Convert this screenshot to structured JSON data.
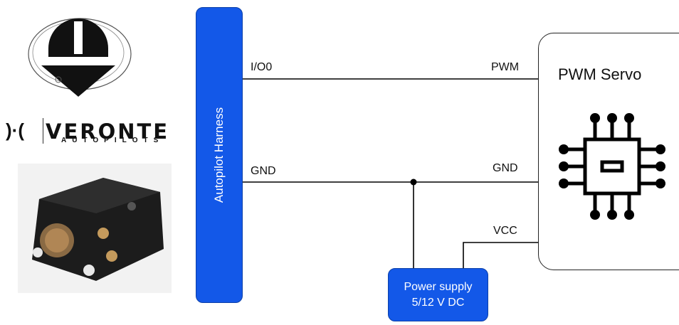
{
  "brand": {
    "name": "VERONTE",
    "subtitle": "AUTOPILOTS",
    "mark": ")·("
  },
  "harness": {
    "label": "Autopilot Harness"
  },
  "wires": {
    "io0_label": "I/O0",
    "gnd_left_label": "GND",
    "pwm_label": "PWM",
    "gnd_right_label": "GND",
    "vcc_label": "VCC"
  },
  "servo": {
    "title": "PWM Servo",
    "icon": "chip-icon"
  },
  "power_supply": {
    "line1": "Power supply",
    "line2": "5/12 V DC"
  },
  "colors": {
    "block_fill": "#1358e8",
    "wire": "#000000"
  }
}
